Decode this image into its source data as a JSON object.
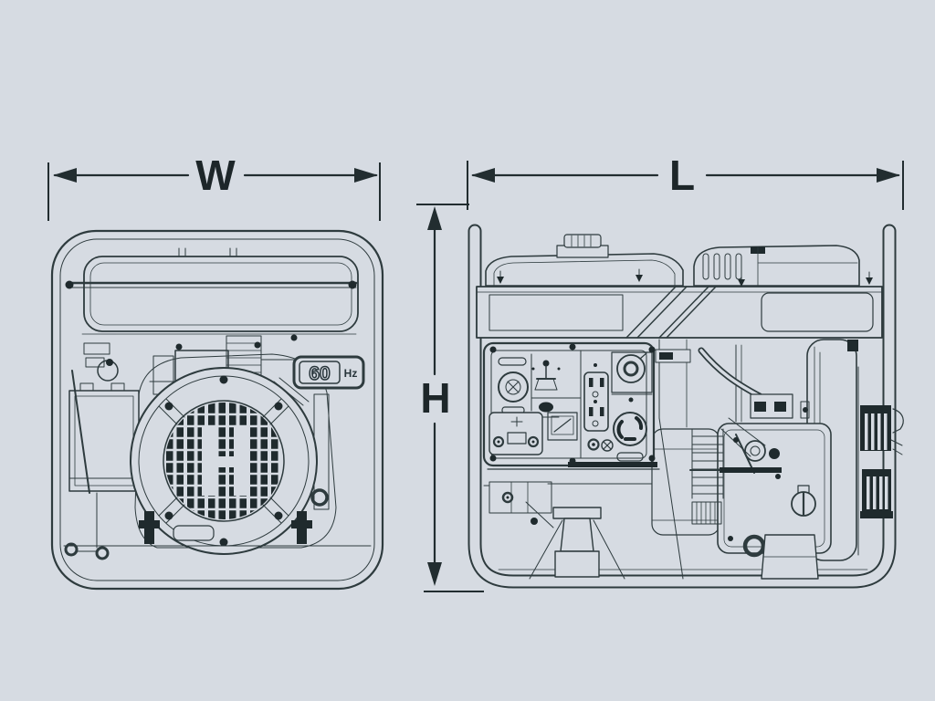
{
  "colors": {
    "background": "#d6dbe2",
    "line": "#2e3b3e",
    "dark_fill": "#1f2a2d",
    "label": "#1d2629"
  },
  "dimension_labels": {
    "width": "W",
    "length": "L",
    "height": "H"
  },
  "frequency_badge": {
    "value": "60",
    "unit": "Hz"
  }
}
